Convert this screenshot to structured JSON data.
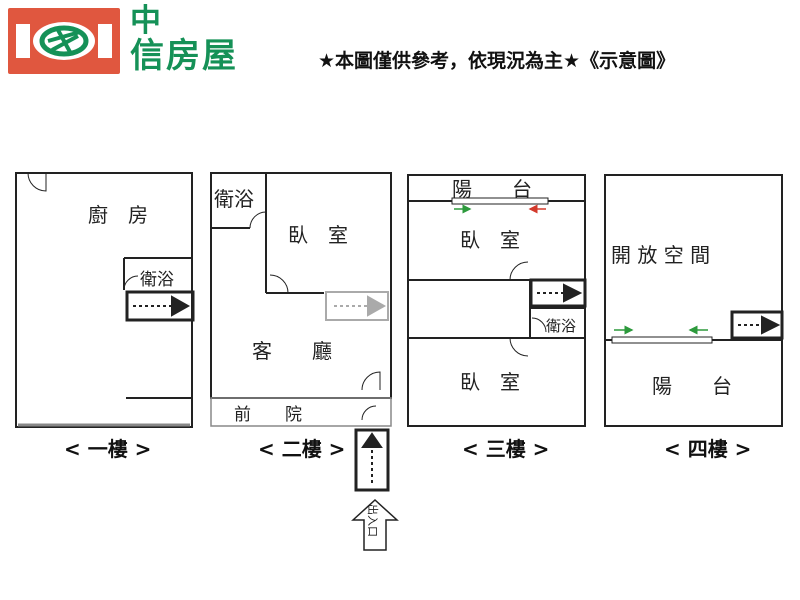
{
  "header": {
    "brand_line1": "中",
    "brand_line2": "信房屋",
    "notice": "★本圖僅供參考，依現況為主★《示意圖》"
  },
  "floors": [
    {
      "label": "< 一樓 >",
      "rooms": [
        "廚　房",
        "衛浴"
      ]
    },
    {
      "label": "< 二樓 >",
      "rooms": [
        "衛浴",
        "臥　室",
        "客　　廳",
        "前　　院"
      ]
    },
    {
      "label": "< 三樓 >",
      "rooms": [
        "陽　　台",
        "臥　室",
        "衛浴",
        "臥　室"
      ]
    },
    {
      "label": "< 四樓 >",
      "rooms": [
        "開 放 空 間",
        "陽　　台"
      ]
    }
  ],
  "entrance_label": "出入口",
  "colors": {
    "brand_red": "#e0573f",
    "brand_green": "#159157",
    "wall": "#222222",
    "arrow_green": "#2d9a3c",
    "arrow_red": "#d33a2c"
  },
  "icons": [
    "brand-logo-icon",
    "stair-icon",
    "entrance-arrow-icon",
    "door-swing-icon"
  ]
}
